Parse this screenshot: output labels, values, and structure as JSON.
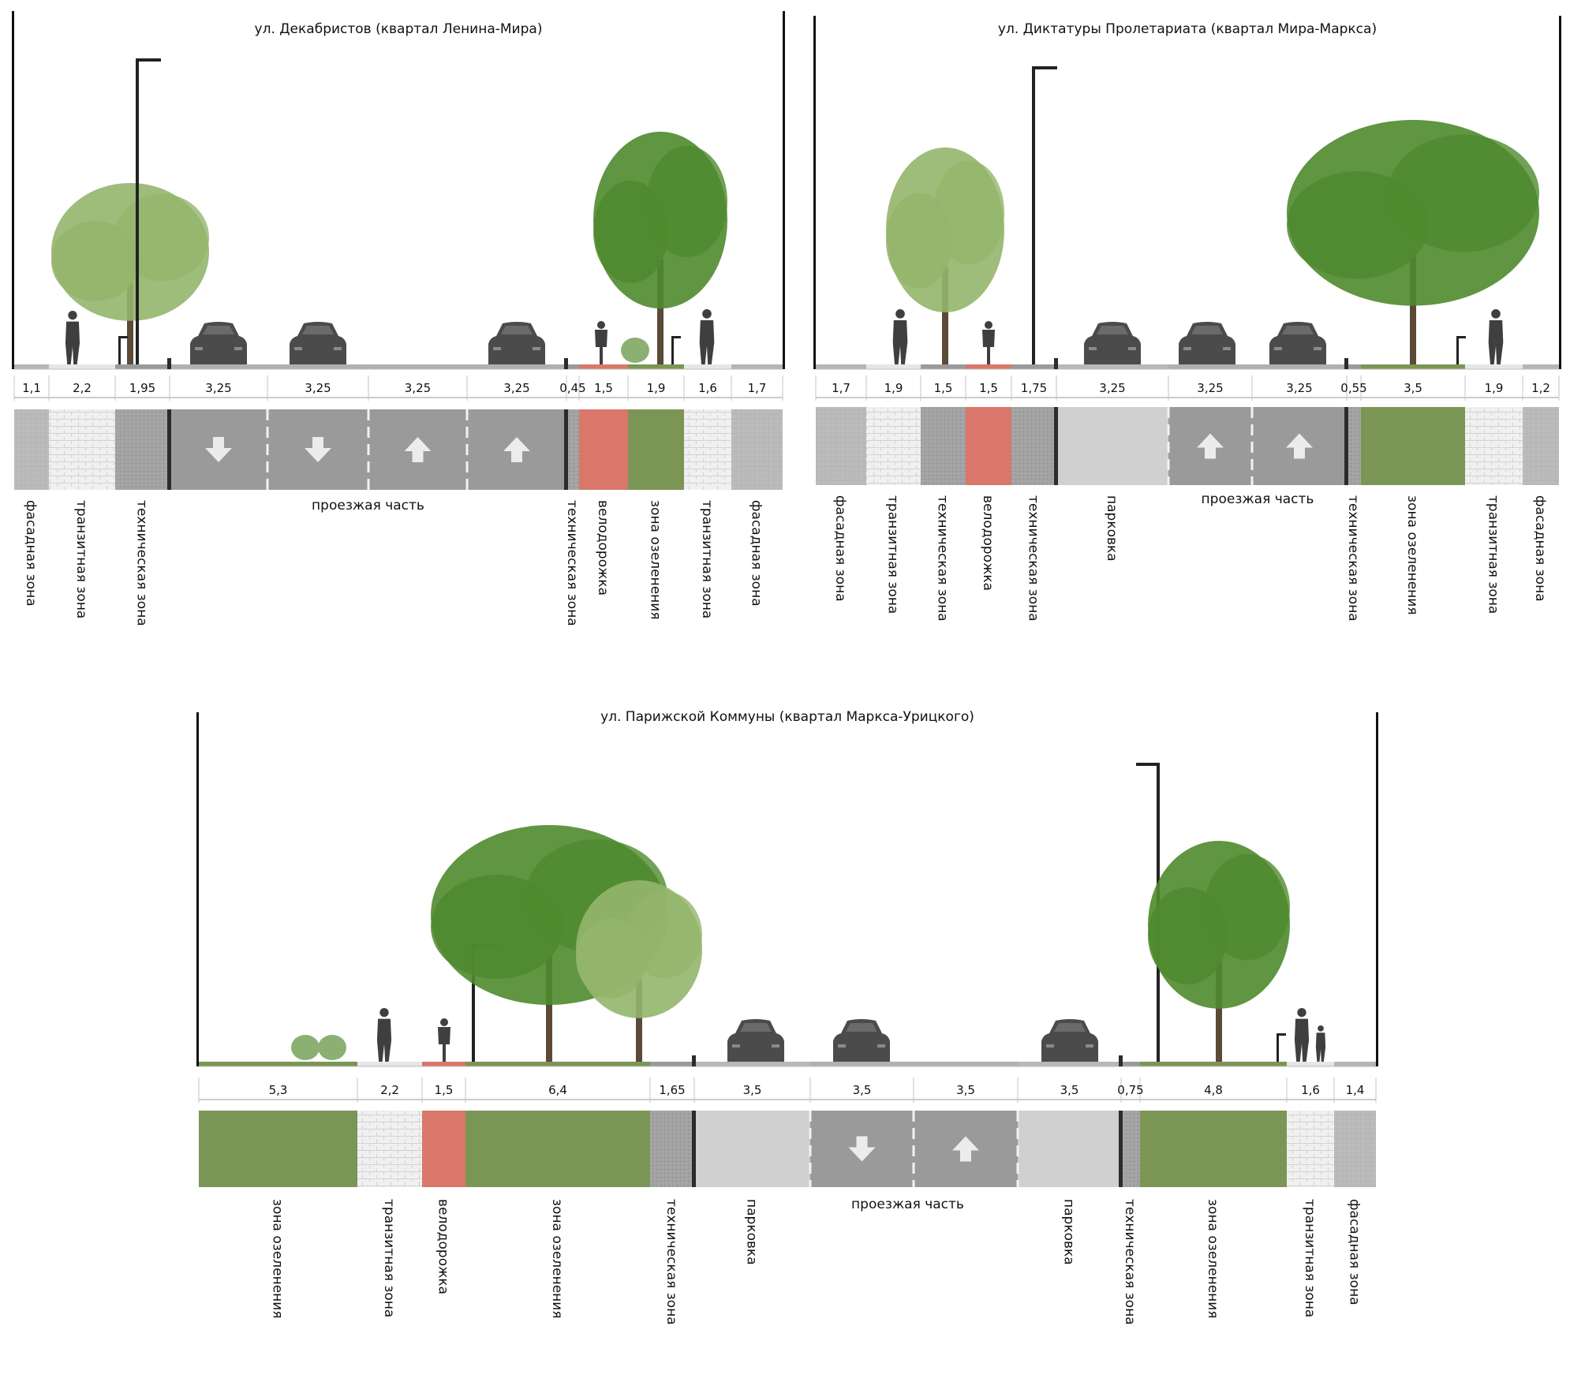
{
  "sections": [
    {
      "id": "dekabristov",
      "title": "ул. Декабристов (квартал Ленина-Мира)",
      "carriageway_label": "проезжая часть",
      "segments": [
        {
          "width": "1,1",
          "zone": "фасадная зона",
          "type": "facade"
        },
        {
          "width": "2,2",
          "zone": "транзитная зона",
          "type": "transit"
        },
        {
          "width": "1,95",
          "zone": "техническая зона",
          "type": "tech"
        },
        {
          "width": "3,25",
          "zone": "",
          "type": "lane",
          "arrow": "down"
        },
        {
          "width": "3,25",
          "zone": "",
          "type": "lane",
          "arrow": "down"
        },
        {
          "width": "3,25",
          "zone": "",
          "type": "lane",
          "arrow": "up"
        },
        {
          "width": "3,25",
          "zone": "",
          "type": "lane",
          "arrow": "up"
        },
        {
          "width": "0,45",
          "zone": "техническая зона",
          "type": "tech"
        },
        {
          "width": "1,5",
          "zone": "велодорожка",
          "type": "bike"
        },
        {
          "width": "1,9",
          "zone": "зона озеленения",
          "type": "green"
        },
        {
          "width": "1,6",
          "zone": "транзитная зона",
          "type": "transit"
        },
        {
          "width": "1,7",
          "zone": "фасадная зона",
          "type": "facade"
        }
      ]
    },
    {
      "id": "diktatury",
      "title": "ул. Диктатуры Пролетариата (квартал Мира-Маркса)",
      "carriageway_label": "проезжая часть",
      "segments": [
        {
          "width": "1,7",
          "zone": "фасадная зона",
          "type": "facade"
        },
        {
          "width": "1,9",
          "zone": "транзитная зона",
          "type": "transit"
        },
        {
          "width": "1,5",
          "zone": "техническая зона",
          "type": "tech"
        },
        {
          "width": "1,5",
          "zone": "велодорожка",
          "type": "bike"
        },
        {
          "width": "1,75",
          "zone": "техническая зона",
          "type": "tech"
        },
        {
          "width": "3,25",
          "zone": "парковка",
          "type": "parking"
        },
        {
          "width": "3,25",
          "zone": "",
          "type": "lane",
          "arrow": "up"
        },
        {
          "width": "3,25",
          "zone": "",
          "type": "lane",
          "arrow": "up"
        },
        {
          "width": "0,55",
          "zone": "техническая зона",
          "type": "tech"
        },
        {
          "width": "3,5",
          "zone": "зона озеленения",
          "type": "green"
        },
        {
          "width": "1,9",
          "zone": "транзитная зона",
          "type": "transit"
        },
        {
          "width": "1,2",
          "zone": "фасадная зона",
          "type": "facade"
        }
      ]
    },
    {
      "id": "parizhskoy",
      "title": "ул. Парижской Коммуны (квартал Маркса-Урицкого)",
      "carriageway_label": "проезжая часть",
      "segments": [
        {
          "width": "5,3",
          "zone": "зона озеленения",
          "type": "green"
        },
        {
          "width": "2,2",
          "zone": "транзитная зона",
          "type": "transit"
        },
        {
          "width": "1,5",
          "zone": "велодорожка",
          "type": "bike"
        },
        {
          "width": "6,4",
          "zone": "зона озеленения",
          "type": "green"
        },
        {
          "width": "1,65",
          "zone": "техническая зона",
          "type": "tech"
        },
        {
          "width": "3,5",
          "zone": "парковка",
          "type": "parking"
        },
        {
          "width": "3,5",
          "zone": "",
          "type": "lane",
          "arrow": "down"
        },
        {
          "width": "3,5",
          "zone": "",
          "type": "lane",
          "arrow": "up"
        },
        {
          "width": "3,5",
          "zone": "парковка",
          "type": "parking"
        },
        {
          "width": "0,75",
          "zone": "техническая зона",
          "type": "tech"
        },
        {
          "width": "4,8",
          "zone": "зона озеленения",
          "type": "green"
        },
        {
          "width": "1,6",
          "zone": "транзитная зона",
          "type": "transit"
        },
        {
          "width": "1,4",
          "zone": "фасадная зона",
          "type": "facade"
        }
      ]
    }
  ],
  "colors": {
    "facade": "#b9b9b9",
    "transit": "#efefef",
    "tech": "#a3a3a3",
    "lane": "#9a9a9a",
    "parking": "#d0d0d0",
    "bike": "#d9776a",
    "green": "#7b9654",
    "car": "#4b4b4b",
    "silhouette": "#3f3f3f",
    "tree_dark": "#4f8a2e",
    "tree_light": "#94b56c"
  }
}
